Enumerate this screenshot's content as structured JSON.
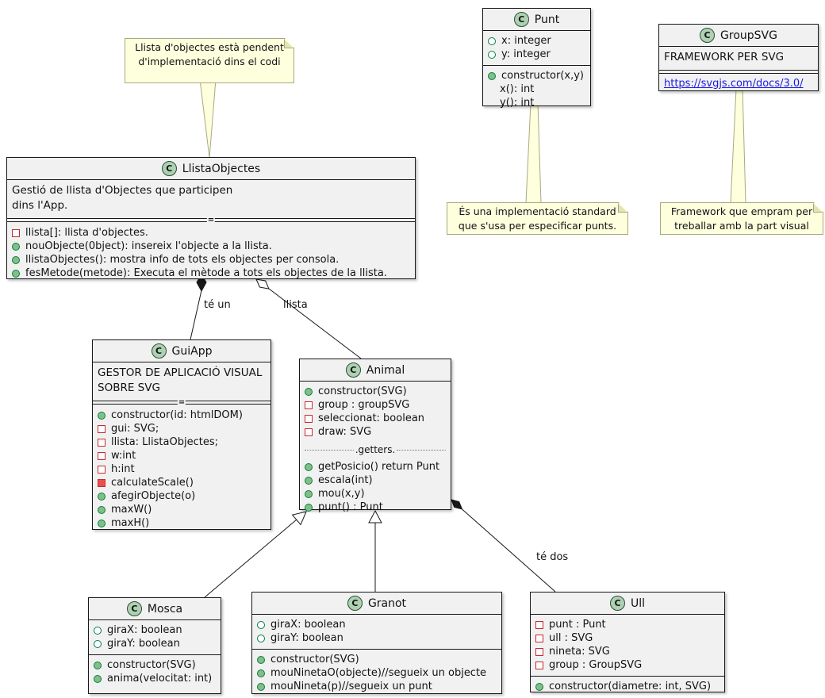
{
  "colors": {
    "class_bg": "#F1F1F1",
    "class_border": "#181818",
    "note_bg": "#FEFFDD",
    "note_border": "#A9A980",
    "circle_bg": "#ADD1B2",
    "link": "#1a1ae6",
    "public_green": "#84BE84",
    "green_border": "#038048",
    "private_red": "#E9504E",
    "red_border": "#C82930"
  },
  "classes": [
    {
      "id": "Punt",
      "badge": "C",
      "title": "Punt",
      "sections": [
        {
          "type": "members",
          "items": [
            {
              "icon": "circle-hollow-green",
              "text": "x: integer"
            },
            {
              "icon": "circle-hollow-green",
              "text": "y: integer"
            }
          ]
        },
        {
          "type": "members",
          "items": [
            {
              "icon": "circle-filled-green",
              "text": "constructor(x,y)"
            },
            {
              "icon": "none",
              "text": "x(): int"
            },
            {
              "icon": "none",
              "text": "y(): int"
            }
          ]
        }
      ]
    },
    {
      "id": "GroupSVG",
      "badge": "C",
      "title": "GroupSVG",
      "sections": [
        {
          "type": "desc",
          "lines": [
            "FRAMEWORK PER SVG"
          ]
        },
        {
          "type": "sep-double",
          "label": ""
        },
        {
          "type": "link",
          "text": "https://svgjs.com/docs/3.0/"
        }
      ]
    },
    {
      "id": "LlistaObjectes",
      "badge": "C",
      "title": "LlistaObjectes",
      "sections": [
        {
          "type": "desc",
          "lines": [
            "Gestió de llista d'Objectes que participen",
            "dins l'App."
          ]
        },
        {
          "type": "sep-double",
          "label": "="
        },
        {
          "type": "members",
          "items": [
            {
              "icon": "square-hollow-red",
              "text": "llista[]: llista d'objectes."
            },
            {
              "icon": "circle-filled-green",
              "text": "nouObjecte(0bject): insereix l'objecte a la llista."
            },
            {
              "icon": "circle-filled-green",
              "text": "llistaObjectes(): mostra info de tots els objectes per consola."
            },
            {
              "icon": "circle-filled-green",
              "text": "fesMetode(metode): Executa el mètode a tots els objectes de la llista."
            }
          ]
        }
      ]
    },
    {
      "id": "GuiApp",
      "badge": "C",
      "title": "GuiApp",
      "sections": [
        {
          "type": "desc",
          "lines": [
            "GESTOR DE APLICACIÓ VISUAL",
            "SOBRE SVG"
          ]
        },
        {
          "type": "sep-double",
          "label": "="
        },
        {
          "type": "members",
          "items": [
            {
              "icon": "circle-filled-green",
              "text": "constructor(id: htmlDOM)"
            },
            {
              "icon": "square-hollow-red",
              "text": "gui: SVG;"
            },
            {
              "icon": "square-hollow-red",
              "text": "llista: LlistaObjectes;"
            },
            {
              "icon": "square-hollow-red",
              "text": "w:int"
            },
            {
              "icon": "square-hollow-red",
              "text": "h:int"
            },
            {
              "icon": "square-filled-red",
              "text": "calculateScale()"
            },
            {
              "icon": "circle-filled-green",
              "text": "afegirObjecte(o)"
            },
            {
              "icon": "circle-filled-green",
              "text": "maxW()"
            },
            {
              "icon": "circle-filled-green",
              "text": "maxH()"
            }
          ]
        }
      ]
    },
    {
      "id": "Animal",
      "badge": "C",
      "title": "Animal",
      "sections": [
        {
          "type": "members",
          "items": [
            {
              "icon": "circle-filled-green",
              "text": "constructor(SVG)"
            },
            {
              "icon": "square-hollow-red",
              "text": "group : groupSVG"
            },
            {
              "icon": "square-hollow-red",
              "text": "seleccionat: boolean"
            },
            {
              "icon": "square-hollow-red",
              "text": "draw: SVG"
            }
          ]
        },
        {
          "type": "sep-dotted",
          "label": ".getters."
        },
        {
          "type": "members",
          "items": [
            {
              "icon": "circle-filled-green",
              "text": "getPosicio() return Punt"
            },
            {
              "icon": "circle-filled-green",
              "text": "escala(int)"
            },
            {
              "icon": "circle-filled-green",
              "text": "mou(x,y)"
            },
            {
              "icon": "circle-filled-green",
              "text": "punt() : Punt"
            }
          ]
        }
      ]
    },
    {
      "id": "Mosca",
      "badge": "C",
      "title": "Mosca",
      "sections": [
        {
          "type": "members",
          "items": [
            {
              "icon": "circle-hollow-green",
              "text": "giraX: boolean"
            },
            {
              "icon": "circle-hollow-green",
              "text": "giraY: boolean"
            }
          ]
        },
        {
          "type": "members",
          "items": [
            {
              "icon": "circle-filled-green",
              "text": "constructor(SVG)"
            },
            {
              "icon": "circle-filled-green",
              "text": "anima(velocitat: int)"
            }
          ]
        }
      ]
    },
    {
      "id": "Granot",
      "badge": "C",
      "title": "Granot",
      "sections": [
        {
          "type": "members",
          "items": [
            {
              "icon": "circle-hollow-green",
              "text": "giraX: boolean"
            },
            {
              "icon": "circle-hollow-green",
              "text": "giraY: boolean"
            }
          ]
        },
        {
          "type": "members",
          "items": [
            {
              "icon": "circle-filled-green",
              "text": "constructor(SVG)"
            },
            {
              "icon": "circle-filled-green",
              "text": "mouNinetaO(objecte)//segueix un objecte"
            },
            {
              "icon": "circle-filled-green",
              "text": "mouNineta(p)//segueix un punt"
            }
          ]
        }
      ]
    },
    {
      "id": "Ull",
      "badge": "C",
      "title": "Ull",
      "sections": [
        {
          "type": "members",
          "items": [
            {
              "icon": "square-hollow-red",
              "text": "punt : Punt"
            },
            {
              "icon": "square-hollow-red",
              "text": "ull : SVG"
            },
            {
              "icon": "square-hollow-red",
              "text": "nineta: SVG"
            },
            {
              "icon": "square-hollow-red",
              "text": "group : GroupSVG"
            }
          ]
        },
        {
          "type": "members",
          "items": [
            {
              "icon": "circle-filled-green",
              "text": "constructor(diametre: int, SVG)"
            }
          ]
        }
      ]
    }
  ],
  "notes": [
    {
      "id": "note-llista-pendent",
      "lines": [
        "Llista d'objectes està pendent",
        "d'implementació dins el codi"
      ]
    },
    {
      "id": "note-punt",
      "lines": [
        "És una implementació standard",
        "que s'usa per especificar punts."
      ]
    },
    {
      "id": "note-groupsvg",
      "lines": [
        "Framework que empram per",
        "treballar amb la part visual"
      ]
    }
  ],
  "edge_labels": [
    {
      "text": "té un"
    },
    {
      "text": "llista"
    },
    {
      "text": "té dos"
    }
  ]
}
